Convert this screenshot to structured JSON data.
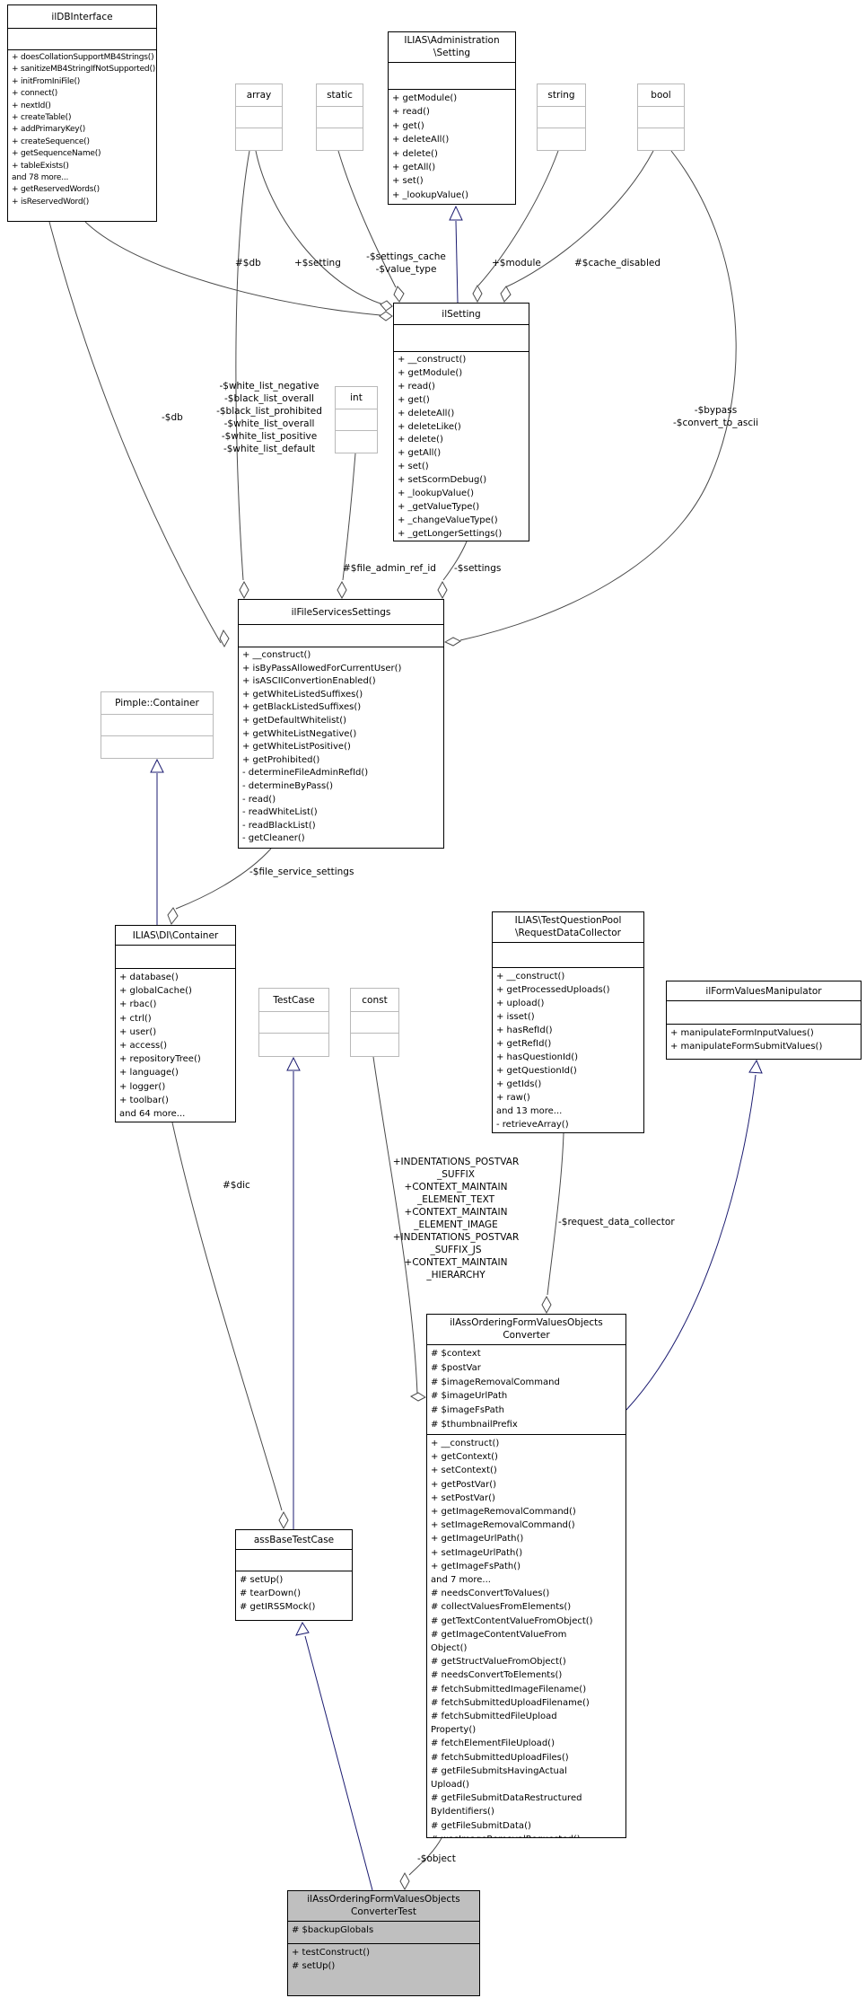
{
  "diagram": {
    "kind": "uml-collaboration-graph",
    "colors": {
      "node_border": "#000000",
      "external_ref_border": "#b9b9b9",
      "inheritance_edge": "#1b1b70",
      "association_edge": "#4a4a4a",
      "highlighted_node_fill": "#bfbfbf"
    }
  },
  "classes": {
    "ildb": {
      "title": [
        "ilDBInterface"
      ],
      "methods": [
        "+ doesCollationSupportMB4Strings()",
        "+ sanitizeMB4StringIfNotSupported()",
        "+ initFromIniFile()",
        "+ connect()",
        "+ nextId()",
        "+ createTable()",
        "+ addPrimaryKey()",
        "+ createSequence()",
        "+ getSequenceName()",
        "+ tableExists()",
        "and 78 more...",
        "+ getReservedWords()",
        "+ isReservedWord()"
      ]
    },
    "adminsetting": {
      "title": [
        "ILIAS\\Administration",
        "\\Setting"
      ],
      "methods": [
        "+ getModule()",
        "+ read()",
        "+ get()",
        "+ deleteAll()",
        "+ delete()",
        "+ getAll()",
        "+ set()",
        "+ _lookupValue()"
      ]
    },
    "array": {
      "title": [
        "array"
      ]
    },
    "static": {
      "title": [
        "static"
      ]
    },
    "string": {
      "title": [
        "string"
      ]
    },
    "bool": {
      "title": [
        "bool"
      ]
    },
    "int": {
      "title": [
        "int"
      ]
    },
    "ilsetting": {
      "title": [
        "ilSetting"
      ],
      "methods": [
        "+ __construct()",
        "+ getModule()",
        "+ read()",
        "+ get()",
        "+ deleteAll()",
        "+ deleteLike()",
        "+ delete()",
        "+ getAll()",
        "+ set()",
        "+ setScormDebug()",
        "+ _lookupValue()",
        "+ _getValueType()",
        "+ _changeValueType()",
        "+ _getLongerSettings()"
      ]
    },
    "filesettings": {
      "title": [
        "ilFileServicesSettings"
      ],
      "methods": [
        "+ __construct()",
        "+ isByPassAllowedForCurrentUser()",
        "+ isASCIIConvertionEnabled()",
        "+ getWhiteListedSuffixes()",
        "+ getBlackListedSuffixes()",
        "+ getDefaultWhitelist()",
        "+ getWhiteListNegative()",
        "+ getWhiteListPositive()",
        "+ getProhibited()",
        "- determineFileAdminRefId()",
        "- determineByPass()",
        "- read()",
        "- readWhiteList()",
        "- readBlackList()",
        "- getCleaner()"
      ]
    },
    "pimple": {
      "title": [
        "Pimple::Container"
      ]
    },
    "dicontainer": {
      "title": [
        "ILIAS\\DI\\Container"
      ],
      "methods": [
        "+ database()",
        "+ globalCache()",
        "+ rbac()",
        "+ ctrl()",
        "+ user()",
        "+ access()",
        "+ repositoryTree()",
        "+ language()",
        "+ logger()",
        "+ toolbar()",
        "and 64 more..."
      ]
    },
    "testcase": {
      "title": [
        "TestCase"
      ]
    },
    "const": {
      "title": [
        "const"
      ]
    },
    "rdc": {
      "title": [
        "ILIAS\\TestQuestionPool",
        "\\RequestDataCollector"
      ],
      "methods": [
        "+ __construct()",
        "+ getProcessedUploads()",
        "+ upload()",
        "+ isset()",
        "+ hasRefId()",
        "+ getRefId()",
        "+ hasQuestionId()",
        "+ getQuestionId()",
        "+ getIds()",
        "+ raw()",
        "and 13 more...",
        "- retrieveArray()"
      ]
    },
    "manipulator": {
      "title": [
        "ilFormValuesManipulator"
      ],
      "methods": [
        "+ manipulateFormInputValues()",
        "+ manipulateFormSubmitValues()"
      ]
    },
    "converter": {
      "title": [
        "ilAssOrderingFormValuesObjects",
        "Converter"
      ],
      "attrs": [
        "# $context",
        "# $postVar",
        "# $imageRemovalCommand",
        "# $imageUrlPath",
        "# $imageFsPath",
        "# $thumbnailPrefix"
      ],
      "methods": [
        "+ __construct()",
        "+ getContext()",
        "+ setContext()",
        "+ getPostVar()",
        "+ setPostVar()",
        "+ getImageRemovalCommand()",
        "+ setImageRemovalCommand()",
        "+ getImageUrlPath()",
        "+ setImageUrlPath()",
        "+ getImageFsPath()",
        "and 7 more...",
        "# needsConvertToValues()",
        "# collectValuesFromElements()",
        "# getTextContentValueFromObject()",
        "# getImageContentValueFrom",
        "Object()",
        "# getStructValueFromObject()",
        "# needsConvertToElements()",
        "# fetchSubmittedImageFilename()",
        "# fetchSubmittedUploadFilename()",
        "# fetchSubmittedFileUpload",
        "Property()",
        "# fetchElementFileUpload()",
        "# fetchSubmittedUploadFiles()",
        "# getFileSubmitsHavingActual",
        "Upload()",
        "# getFileSubmitDataRestructured",
        "ByIdentifiers()",
        "# getFileSubmitData()",
        "# wasImageRemovalRequested()"
      ]
    },
    "basetest": {
      "title": [
        "assBaseTestCase"
      ],
      "methods": [
        "# setUp()",
        "# tearDown()",
        "# getIRSSMock()"
      ]
    },
    "convertertest": {
      "title": [
        "ilAssOrderingFormValuesObjects",
        "ConverterTest"
      ],
      "attrs": [
        "# $backupGlobals"
      ],
      "methods": [
        "+ testConstruct()",
        "# setUp()"
      ]
    }
  },
  "labels": {
    "db_to_setting": "#$db",
    "setting": "+$setting",
    "settings_cache": [
      "-$settings_cache",
      "-$value_type"
    ],
    "module": "+$module",
    "cache_disabled": "#$cache_disabled",
    "db_to_file": "-$db",
    "whitelist": [
      "-$white_list_negative",
      "-$black_list_overall",
      "-$black_list_prohibited",
      "-$white_list_overall",
      "-$white_list_positive",
      "-$white_list_default"
    ],
    "bypass": [
      "-$bypass",
      "-$convert_to_ascii"
    ],
    "file_admin_ref_id": "#$file_admin_ref_id",
    "settings": "-$settings",
    "file_service_settings": "-$file_service_settings",
    "dic": "#$dic",
    "constants": [
      "+INDENTATIONS_POSTVAR",
      "_SUFFIX",
      "+CONTEXT_MAINTAIN",
      "_ELEMENT_TEXT",
      "+CONTEXT_MAINTAIN",
      "_ELEMENT_IMAGE",
      "+INDENTATIONS_POSTVAR",
      "_SUFFIX_JS",
      "+CONTEXT_MAINTAIN",
      "_HIERARCHY"
    ],
    "request_data_collector": "-$request_data_collector",
    "object": "-$object"
  }
}
